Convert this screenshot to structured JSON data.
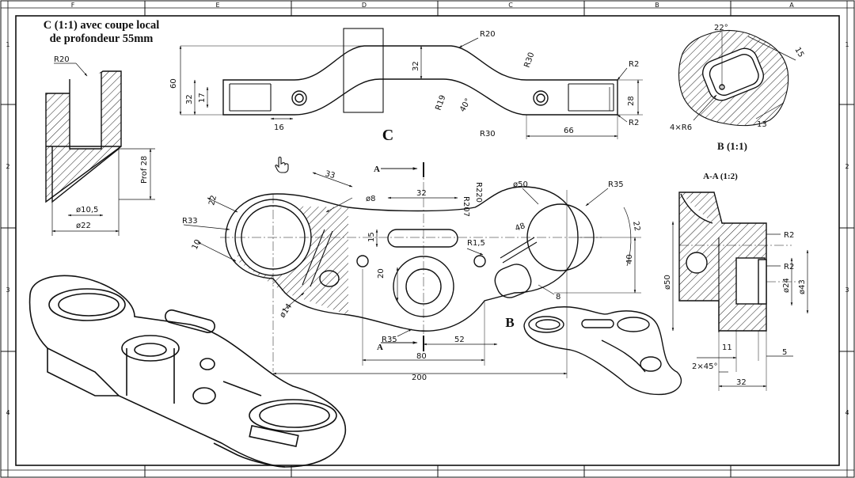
{
  "frame": {
    "columns": [
      "F",
      "E",
      "D",
      "C",
      "B",
      "A"
    ],
    "rows": [
      "1",
      "2",
      "3",
      "4"
    ]
  },
  "views": {
    "section_c_title_line1": "C (1:1) avec coupe local",
    "section_c_title_line2": "de profondeur 55mm",
    "view_c_label": "C",
    "view_b_label": "B",
    "detail_b_title": "B (1:1)",
    "section_aa_title": "A-A (1:2)",
    "cut_label_a_top": "A",
    "cut_label_a_bottom": "A"
  },
  "dimensions": {
    "c_section": {
      "r20": "R20",
      "d10_5": "ø10,5",
      "d22": "ø22",
      "prof28": "Prof 28"
    },
    "side_view": {
      "r20": "R20",
      "h60": "60",
      "h32a": "32",
      "h17": "17",
      "w16": "16",
      "h32b": "32",
      "r30a": "R30",
      "r2a": "R2",
      "r19": "R19",
      "a40": "40°",
      "r30b": "R30",
      "w66": "66",
      "h28": "28",
      "r2b": "R2"
    },
    "detail_b": {
      "a22": "22°",
      "w15": "15",
      "w13": "13",
      "r6": "4×R6"
    },
    "plan_view": {
      "w33": "33",
      "w22": "22",
      "d8": "ø8",
      "w32": "32",
      "r207": "R207",
      "r220": "R220",
      "d50": "ø50",
      "r35a": "R35",
      "r33": "R33",
      "w15": "15",
      "w48": "48",
      "r1_5": "R1,5",
      "h22": "22",
      "w10": "10",
      "h20": "20",
      "h40": "40",
      "d14": "ø14",
      "w8": "8",
      "r35b": "R35",
      "w52": "52",
      "w80": "80",
      "w200": "200"
    },
    "section_aa": {
      "r2a": "R2",
      "r2b": "R2",
      "d50": "ø50",
      "d24": "ø24",
      "d43": "ø43",
      "w11": "11",
      "w5": "5",
      "ch": "2×45°",
      "w32": "32"
    }
  }
}
